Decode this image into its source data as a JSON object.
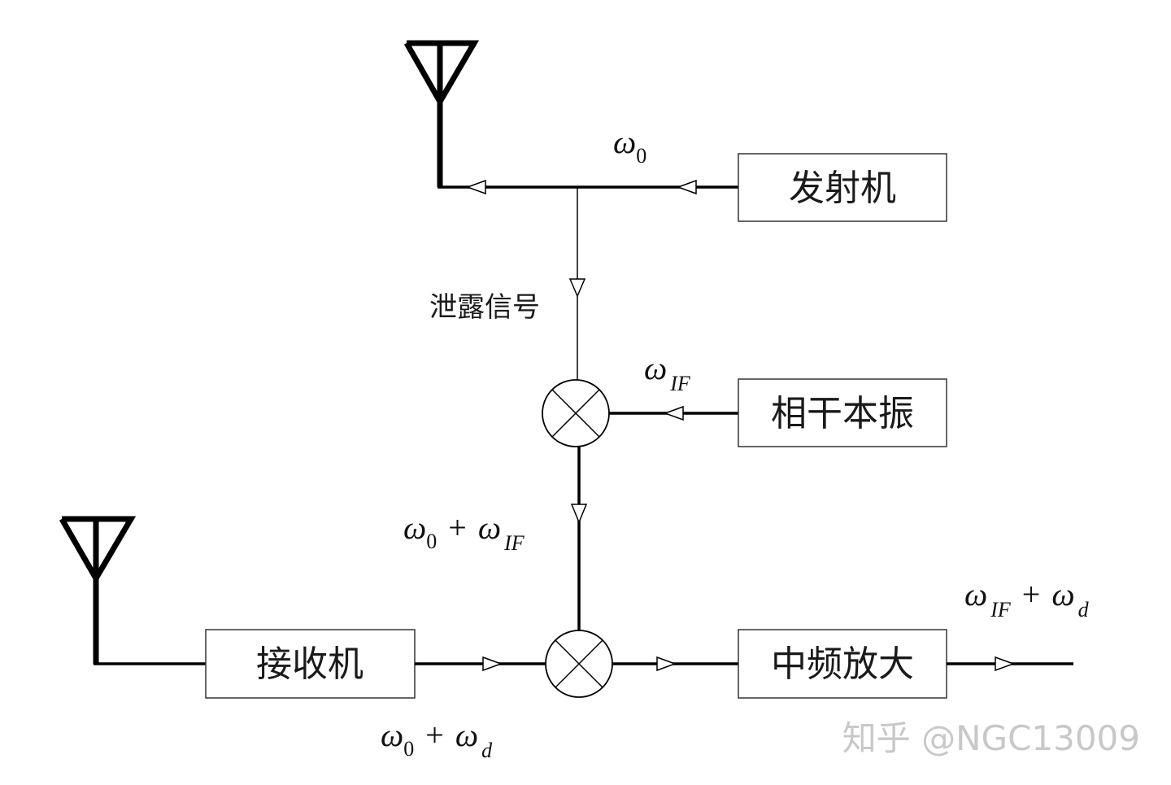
{
  "blocks": {
    "transmitter": "发射机",
    "coherent_lo": "相干本振",
    "receiver": "接收机",
    "if_amp": "中频放大"
  },
  "labels": {
    "leak_signal": "泄露信号",
    "omega_0": {
      "main": "ω",
      "sub": "0"
    },
    "omega_if": {
      "main": "ω",
      "sub": "IF"
    },
    "omega_0_plus_if": {
      "a": "ω",
      "a_sub": "0",
      "plus": "+",
      "b": "ω",
      "b_sub": "IF"
    },
    "omega_0_plus_d": {
      "a": "ω",
      "a_sub": "0",
      "plus": "+",
      "b": "ω",
      "b_sub": "d"
    },
    "omega_if_plus_d": {
      "a": "ω",
      "a_sub": "IF",
      "plus": "+",
      "b": "ω",
      "b_sub": "d"
    }
  },
  "watermark": "知乎 @NGC13009"
}
